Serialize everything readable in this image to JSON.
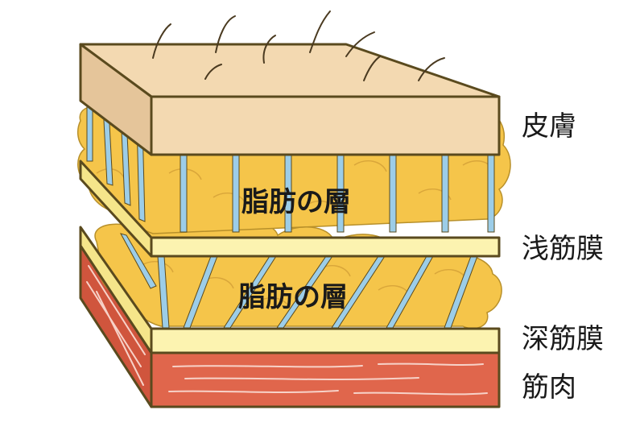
{
  "labels": {
    "skin": "皮膚",
    "fat_upper": "脂肪の層",
    "fat_lower": "脂肪の層",
    "superficial_fascia": "浅筋膜",
    "deep_fascia": "深筋膜",
    "muscle": "筋肉"
  },
  "colors": {
    "skin": "#F3D9B1",
    "skin_side": "#E5C59A",
    "fat": "#F5C54A",
    "fat_light": "#F8D978",
    "fascia": "#FCF3B0",
    "fascia_side": "#F5E58A",
    "fiber": "#9CCDE8",
    "muscle": "#E0664C",
    "muscle_side": "#D0553D",
    "outline": "#5A4A1E",
    "hair": "#4A3A20"
  }
}
